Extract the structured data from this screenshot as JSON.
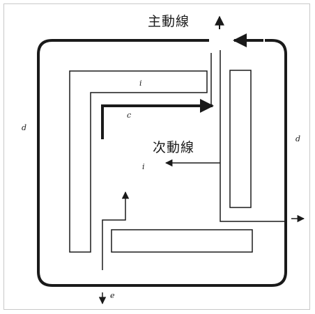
{
  "diagram": {
    "main_flow_label": "主動線",
    "secondary_flow_label": "次動線",
    "labels": {
      "d_left": "d",
      "d_right": "d",
      "i_top": "i",
      "i_mid": "i",
      "c": "c",
      "e": "e"
    },
    "colors": {
      "line": "#1a1a1a",
      "background": "#ffffff"
    }
  }
}
